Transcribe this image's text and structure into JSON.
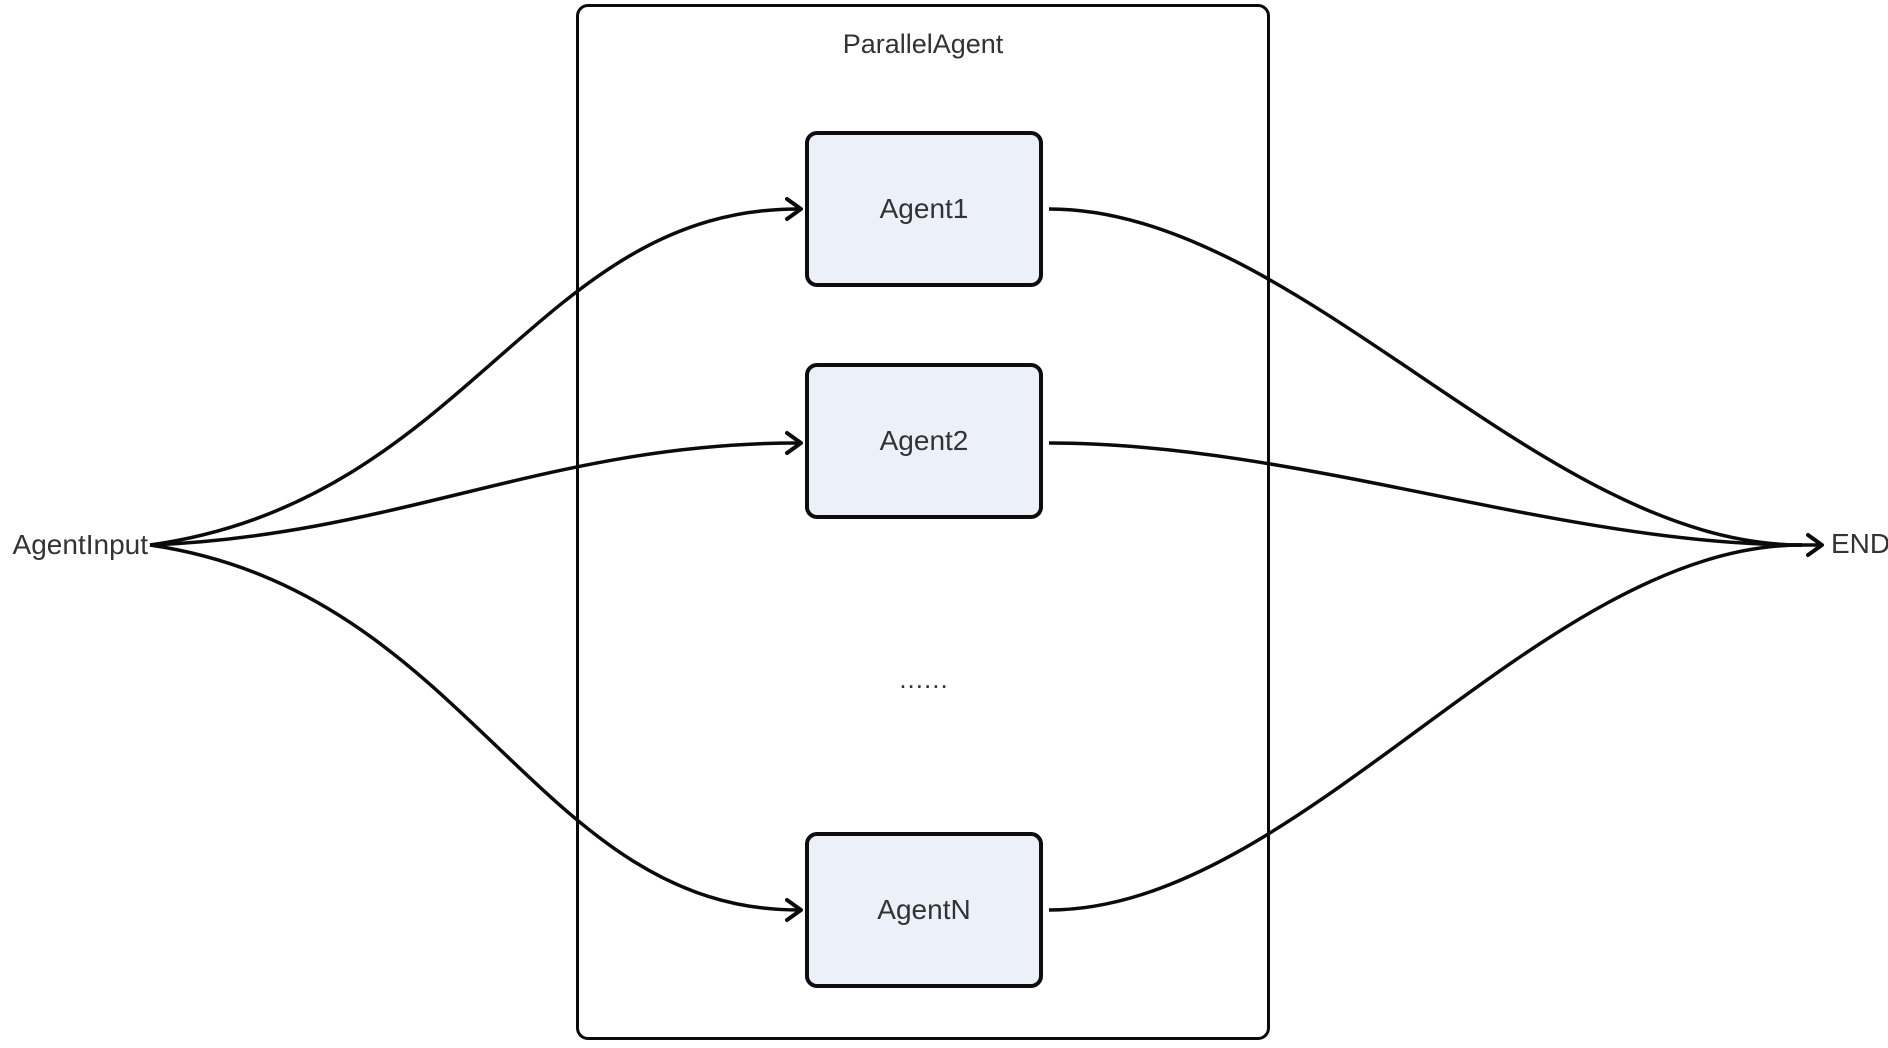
{
  "diagram": {
    "type": "flowchart",
    "direction": "left-to-right",
    "container": {
      "label": "ParallelAgent"
    },
    "agents": [
      {
        "id": "agent1",
        "label": "Agent1"
      },
      {
        "id": "agent2",
        "label": "Agent2"
      },
      {
        "id": "agentN",
        "label": "AgentN"
      }
    ],
    "ellipsis": "......",
    "input_node": {
      "label": "AgentInput"
    },
    "end_node": {
      "label": "END"
    },
    "edges": [
      {
        "from": "AgentInput",
        "to": "Agent1"
      },
      {
        "from": "AgentInput",
        "to": "Agent2"
      },
      {
        "from": "AgentInput",
        "to": "AgentN"
      },
      {
        "from": "Agent1",
        "to": "END"
      },
      {
        "from": "Agent2",
        "to": "END"
      },
      {
        "from": "AgentN",
        "to": "END"
      }
    ],
    "colors": {
      "background": "#ffffff",
      "edge_stroke": "#0b0b0b",
      "node_fill": "#ecf0f9",
      "node_border": "#0d0d0d",
      "text": "#333333"
    }
  }
}
